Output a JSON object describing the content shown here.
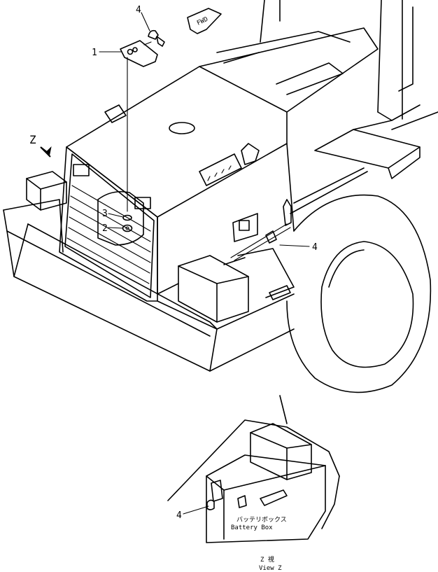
{
  "callouts": {
    "part1": "1",
    "part2": "2",
    "part3": "3",
    "part4_top": "4",
    "part4_right": "4",
    "part4_view": "4"
  },
  "markers": {
    "fwd": "FWD",
    "view_arrow": "Z"
  },
  "view_z": {
    "box_label_jp": "バッテリボックス",
    "box_label_en": "Battery  Box",
    "view_jp": "Z    視",
    "view_en": "View  Z"
  },
  "icons": [
    "fwd-arrow-icon",
    "view-arrow-icon"
  ]
}
